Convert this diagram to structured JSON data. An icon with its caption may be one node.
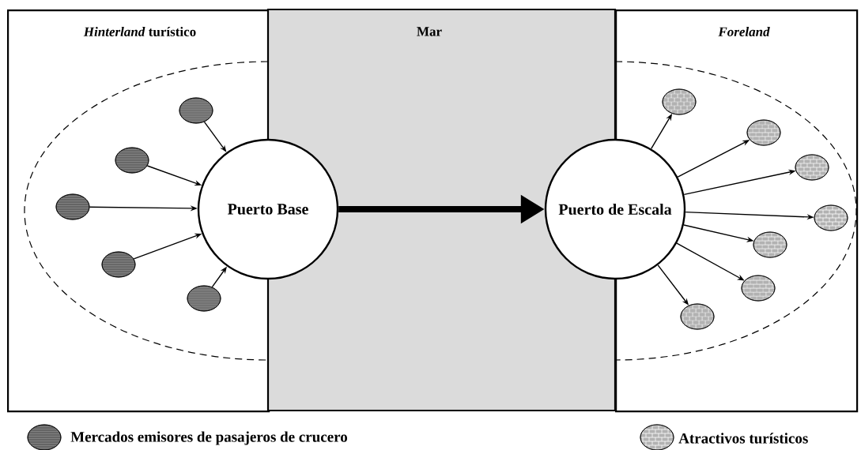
{
  "diagram": {
    "nodes": [
      {
        "text": [
          "*Hinterland* turístico"
        ]
      },
      {
        "text": [
          "Foreland"
        ]
      },
      {
        "text": [
          "Puerto Base"
        ]
      },
      {
        "text": [
          "Puerto de Escala"
        ]
      },
      {
        "text": [],
        "shape": "circle",
        "in": 0
      },
      {
        "text": [],
        "shape": "circle",
        "in": 0
      },
      {
        "text": [],
        "shape": "circle",
        "in": 0
      },
      {
        "text": [],
        "shape": "circle",
        "in": 0
      },
      {
        "text": [],
        "shape": "circle",
        "in": 0
      },
      {
        "text": [],
        "shape": "circle",
        "in": 1
      },
      {
        "text": [],
        "shape": "circle",
        "in": 1
      },
      {
        "text": [],
        "shape": "circle",
        "in": 1
      },
      {
        "text": [],
        "shape": "circle",
        "in": 1
      },
      {
        "text": [],
        "shape": "circle",
        "in": 1
      },
      {
        "text": [],
        "shape": "circle",
        "in": 1
      },
      {
        "text": [],
        "shape": "circle",
        "in": 1
      }
    ],
    "edges": [
      {
        "from": 4,
        "to": 2,
        "arrow": "to"
      },
      {
        "from": 5,
        "to": 2,
        "arrow": "to"
      },
      {
        "from": 6,
        "to": 2,
        "arrow": "to"
      },
      {
        "from": 7,
        "to": 2,
        "arrow": "to"
      },
      {
        "from": 8,
        "to": 2,
        "arrow": "to"
      },
      {
        "from": 2,
        "to": 3,
        "arrow": "to",
        "style": "thick"
      },
      {
        "from": 3,
        "to": 9,
        "arrow": "to"
      },
      {
        "from": 3,
        "to": 10,
        "arrow": "to"
      },
      {
        "from": 3,
        "to": 11,
        "arrow": "to"
      },
      {
        "from": 3,
        "to": 12,
        "arrow": "to"
      },
      {
        "from": 3,
        "to": 13,
        "arrow": "to"
      },
      {
        "from": 3,
        "to": 14,
        "arrow": "to"
      },
      {
        "from": 3,
        "to": 15,
        "arrow": "to"
      }
    ],
    "labels": [
      "Mar"
    ],
    "legend": [
      {
        "text": "Mercados emisores de pasajeros de crucero"
      },
      {
        "text": "Atractivos turísticos"
      }
    ]
  }
}
